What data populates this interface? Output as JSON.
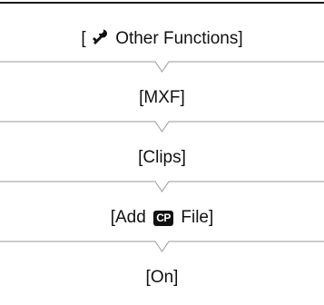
{
  "steps": [
    {
      "prefix": "[",
      "icon": "wrench-icon",
      "text": "Other Functions]"
    },
    {
      "text": "[MXF]"
    },
    {
      "text": "[Clips]"
    },
    {
      "prefix": "[Add",
      "badge": "CP",
      "suffix": "File]"
    },
    {
      "text": "[On]"
    }
  ]
}
